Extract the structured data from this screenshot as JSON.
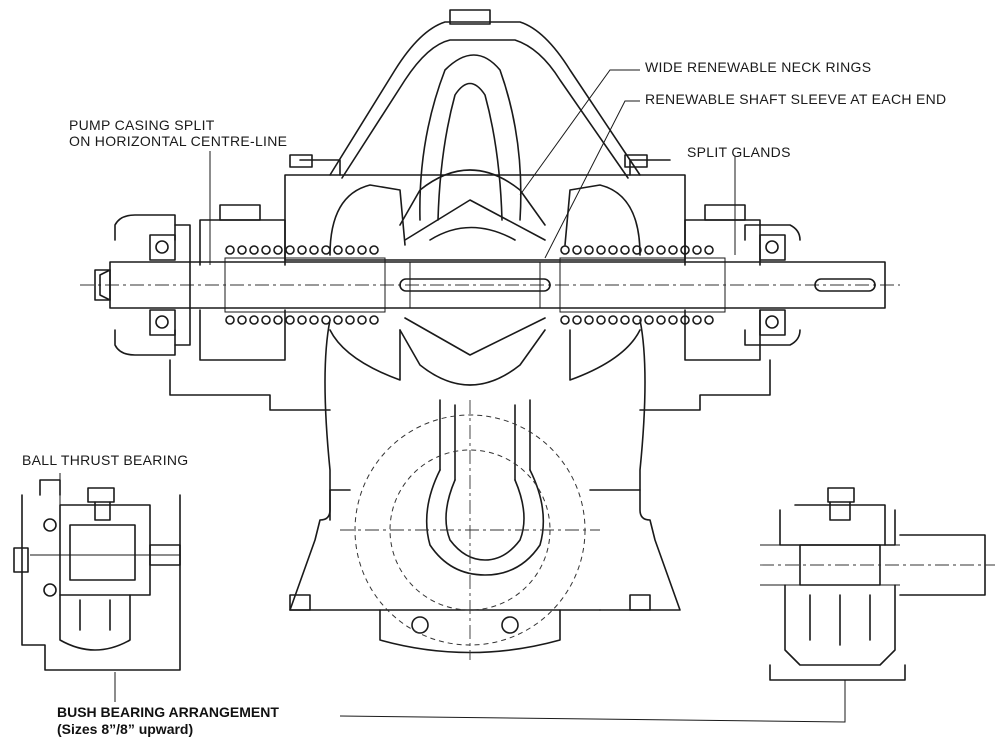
{
  "labels": {
    "wide_neck_rings": "WIDE RENEWABLE NECK RINGS",
    "shaft_sleeve": "RENEWABLE SHAFT SLEEVE AT EACH END",
    "casing_split_line1": "PUMP CASING SPLIT",
    "casing_split_line2": "ON HORIZONTAL CENTRE-LINE",
    "split_glands": "SPLIT GLANDS",
    "ball_thrust_bearing": "BALL THRUST BEARING",
    "bush_bearing_title": "BUSH BEARING ARRANGEMENT",
    "bush_bearing_sizes": "(Sizes 8”/8” upward)"
  }
}
